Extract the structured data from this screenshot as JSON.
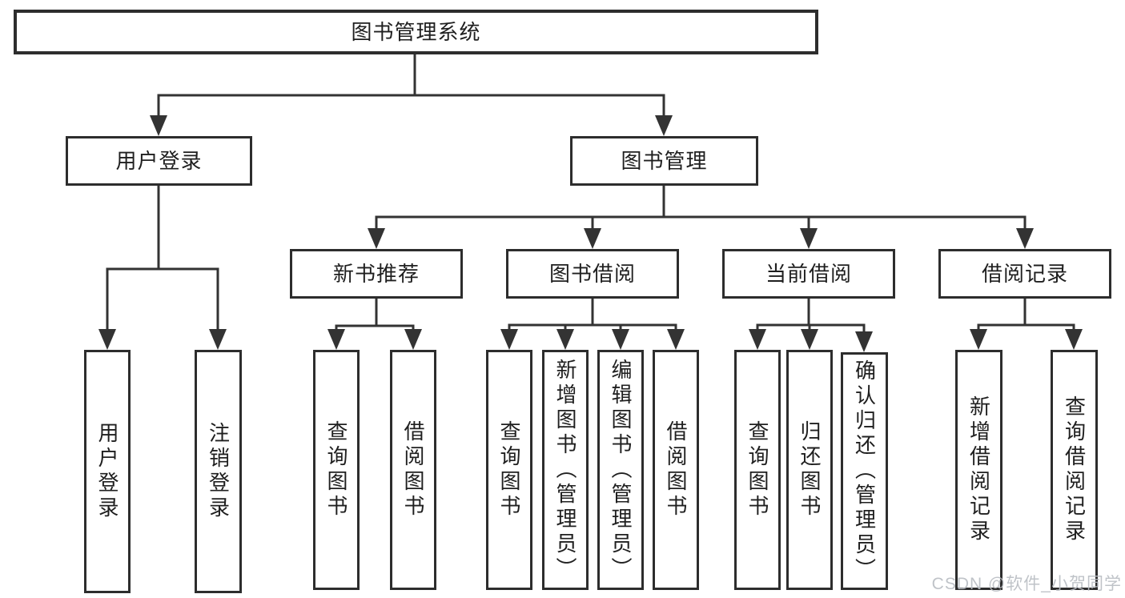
{
  "colors": {
    "line": "#333333",
    "box_border": "#2d2d2d",
    "text": "#1f1f1f",
    "watermark": "#b9bdc3",
    "background": "#ffffff"
  },
  "watermark": "CSDN @软件_小贺同学",
  "tree": {
    "label": "图书管理系统",
    "children": [
      {
        "label": "用户登录",
        "children": [
          {
            "label": "用户登录"
          },
          {
            "label": "注销登录"
          }
        ]
      },
      {
        "label": "图书管理",
        "children": [
          {
            "label": "新书推荐",
            "children": [
              {
                "label": "查询图书"
              },
              {
                "label": "借阅图书"
              }
            ]
          },
          {
            "label": "图书借阅",
            "children": [
              {
                "label": "查询图书"
              },
              {
                "label": "新增图书（管理员）"
              },
              {
                "label": "编辑图书（管理员）"
              },
              {
                "label": "借阅图书"
              }
            ]
          },
          {
            "label": "当前借阅",
            "children": [
              {
                "label": "查询图书"
              },
              {
                "label": "归还图书"
              },
              {
                "label": "确认归还（管理员）"
              }
            ]
          },
          {
            "label": "借阅记录",
            "children": [
              {
                "label": "新增借阅记录"
              },
              {
                "label": "查询借阅记录"
              }
            ]
          }
        ]
      }
    ]
  }
}
